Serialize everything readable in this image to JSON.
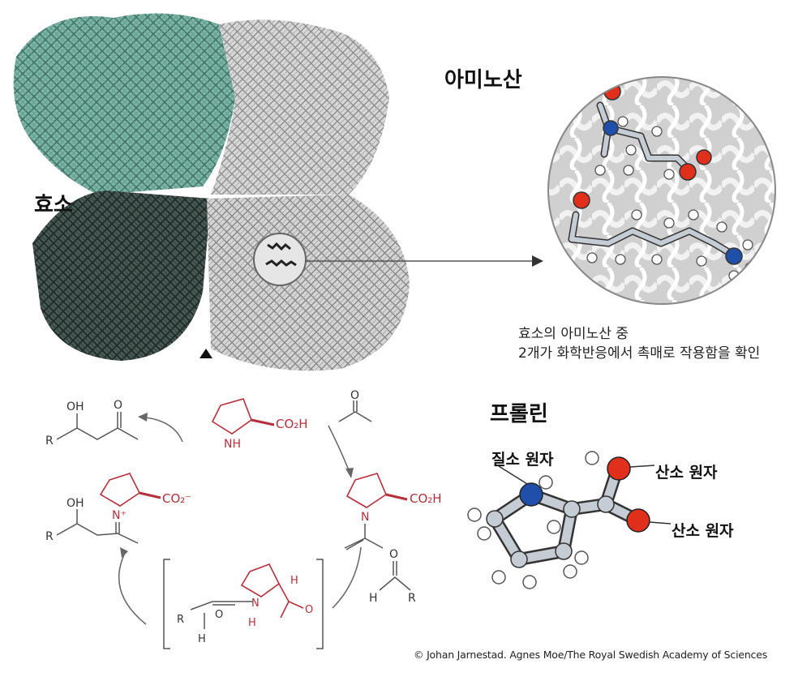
{
  "labels": {
    "enzyme": "효소",
    "amino_acid": "아미노산",
    "proline": "프롤린",
    "nitrogen_atom": "질소 원자",
    "oxygen_atom_1": "산소 원자",
    "oxygen_atom_2": "산소 원자"
  },
  "caption": {
    "line1": "효소의 아미노산 중",
    "line2": "2개가 화학반응에서 촉매로 작용함을 확인"
  },
  "chem": {
    "co2h": "CO₂H",
    "co2minus": "CO₂⁻",
    "nh": "NH",
    "n": "N",
    "nplus": "N⁺",
    "oh": "OH",
    "o": "O",
    "r": "R",
    "h": "H"
  },
  "credit": "© Johan Jarnestad. Agnes Moe/The Royal Swedish Academy of Sciences",
  "colors": {
    "enzyme_teal": "#5e9c8c",
    "enzyme_dark": "#2c3a36",
    "enzyme_gray": "#9a9a9a",
    "proline_red": "#b5303a",
    "nitrogen_blue": "#1f4fa8",
    "oxygen_red": "#e0301c",
    "carbon_gray": "#c5ccd4",
    "arrow_gray": "#666666"
  }
}
